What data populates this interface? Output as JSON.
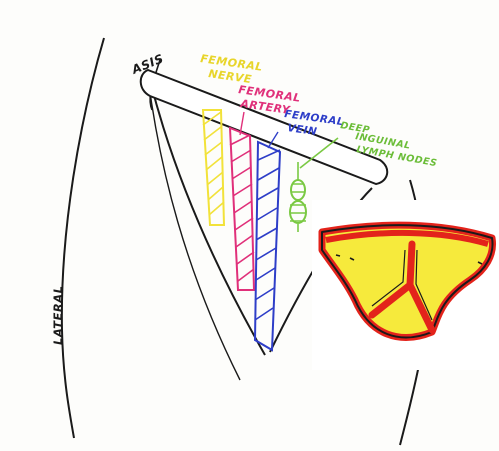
{
  "labels": {
    "asis": "ASIS",
    "femoral_nerve": [
      "FEMORAL",
      "NERVE"
    ],
    "femoral_artery": [
      "FEMORAL",
      "ARTERY"
    ],
    "femoral_vein": [
      "FEMORAL",
      "VEIN"
    ],
    "deep_inguinal_lymph_nodes": [
      "DEEP",
      "INGUINAL",
      "LYMPH NODES"
    ],
    "lateral": "LATERAL"
  },
  "colors": {
    "outline": "#1a1a1a",
    "nerve": "#f2e23a",
    "artery": "#e0307a",
    "vein": "#2e3ec8",
    "lymph": "#7ac943",
    "sheath_fill": "#f6ea3c",
    "sheath_wall": "#e3231b"
  }
}
